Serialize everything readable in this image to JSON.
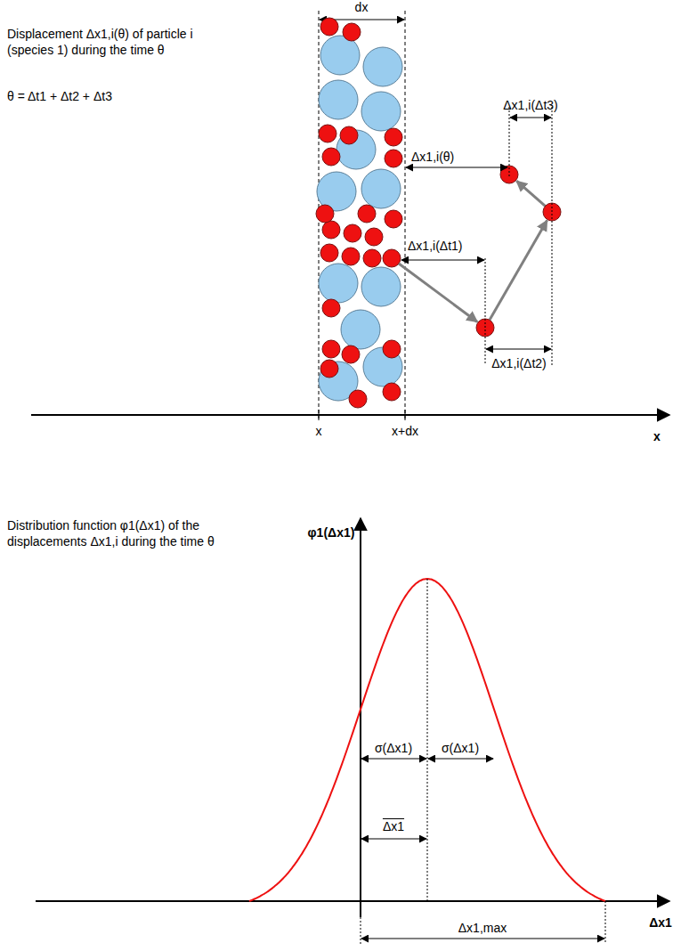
{
  "diagram": {
    "labels": [
      "Displacement Δx1,i(θ) of particle i (species 1) during the time θ",
      "θ = Δt1 + Δt2 + Δt3",
      "dx",
      "Δx1,i(θ)",
      "Δx1,i(Δt3)",
      "Δx1,i(Δt1)",
      "Δx1,i(Δt2)",
      "x",
      "x+dx",
      "x",
      "φ1(Δx1)",
      "Distribution function φ1(Δx1) of the displacements Δx1,i during the time θ",
      "σ(Δx1)",
      "σ(Δx1)",
      "Δx1",
      "Δx1,max",
      "Δx1"
    ]
  }
}
